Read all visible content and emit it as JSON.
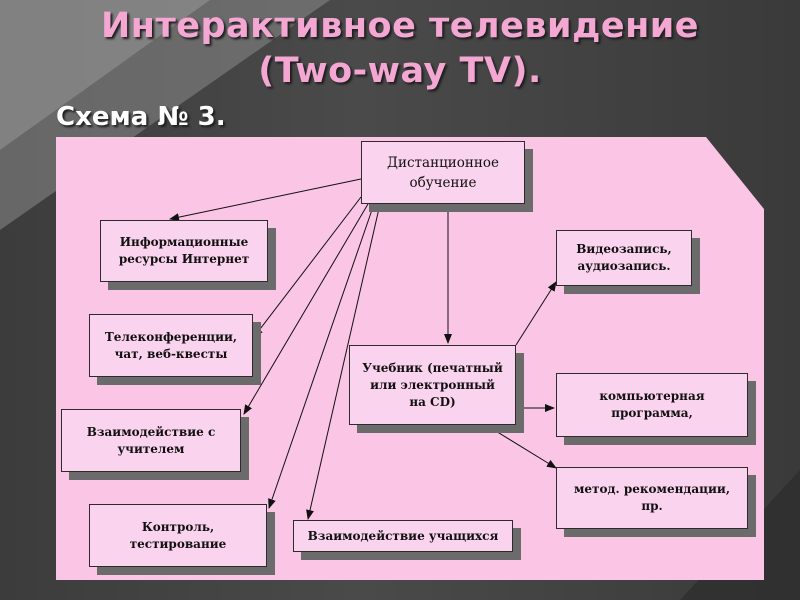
{
  "title": {
    "line1": "Интерактивное телевидение",
    "line2": "(Two-way TV)."
  },
  "subtitle": "Схема № 3.",
  "colors": {
    "background": "#404040",
    "panel": "#fbc5e6",
    "box_fill": "#fad3ee",
    "title": "#f4a7d2",
    "box_shadow": "#6b6b6b"
  },
  "nodes": {
    "distance": {
      "line1": "Дистанционное",
      "line2": "обучение"
    },
    "info": {
      "line1": "Информационные",
      "line2": "ресурсы Интернет"
    },
    "telecon": {
      "line1": "Телеконференции,",
      "line2": "чат, веб-квесты"
    },
    "teacher": {
      "line1": "Взаимодействие с",
      "line2": "учителем"
    },
    "control": {
      "line1": "Контроль,",
      "line2": "тестирование"
    },
    "students": {
      "line1": "Взаимодействие учащихся"
    },
    "textbook": {
      "line1": "Учебник (печатный",
      "line2": "или электронный",
      "line3": "на CD)"
    },
    "video": {
      "line1": "Видеозапись,",
      "line2": "аудиозапись."
    },
    "program": {
      "line1": "компьютерная",
      "line2": "программа,"
    },
    "method": {
      "line1": "метод. рекомендации,",
      "line2": "пр."
    }
  },
  "edges": [
    {
      "from": "distance",
      "to": "info"
    },
    {
      "from": "distance",
      "to": "telecon"
    },
    {
      "from": "distance",
      "to": "teacher"
    },
    {
      "from": "distance",
      "to": "control"
    },
    {
      "from": "distance",
      "to": "students"
    },
    {
      "from": "distance",
      "to": "textbook"
    },
    {
      "from": "textbook",
      "to": "video"
    },
    {
      "from": "textbook",
      "to": "program"
    },
    {
      "from": "textbook",
      "to": "method"
    }
  ]
}
